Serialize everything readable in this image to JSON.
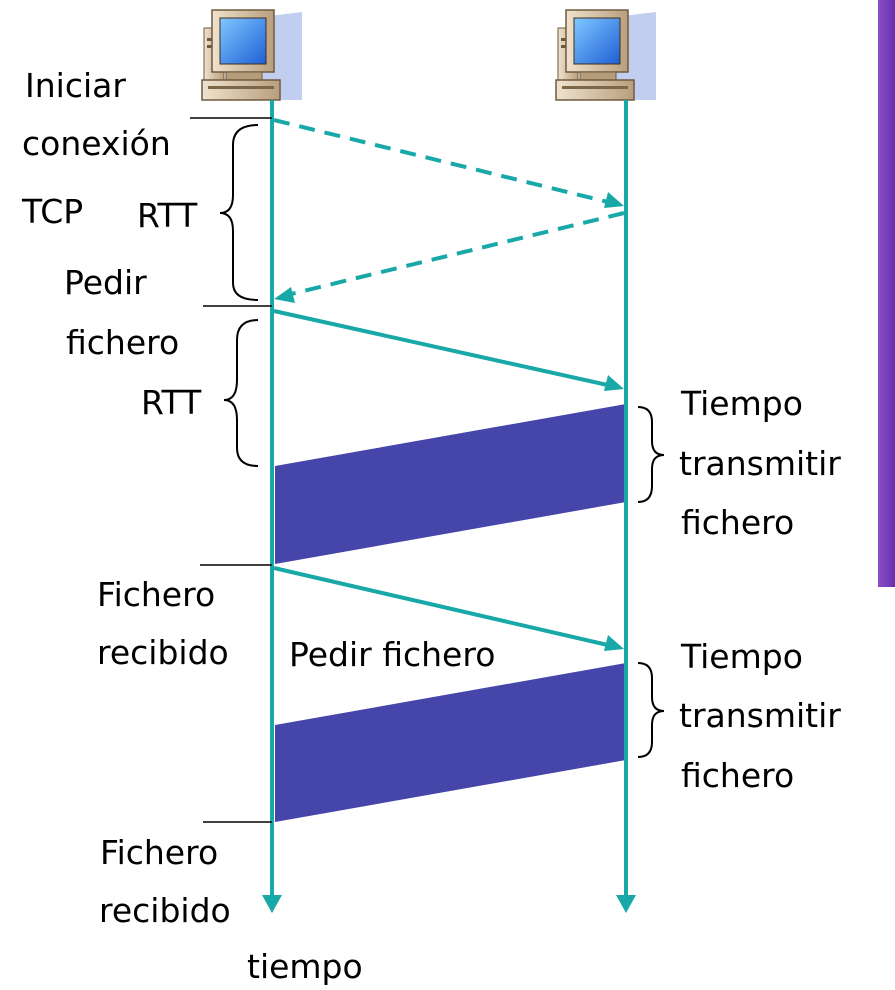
{
  "colors": {
    "timeline": "#18a8a8",
    "transfer_block": "#4646aa",
    "side_bar": "#7a3dbd",
    "text": "#000000"
  },
  "icons": {
    "client": "desktop-computer-icon",
    "server": "desktop-computer-icon"
  },
  "labels": {
    "iniciar": "Iniciar",
    "conexion": "conexión",
    "tcp": "TCP",
    "rtt1": "RTT",
    "pedir": "Pedir",
    "fichero_req": "fichero",
    "rtt2": "RTT",
    "tiempo1": "Tiempo",
    "transmitir1": "transmitir",
    "fichero_tx1": "fichero",
    "fichero_recv1": "Fichero",
    "recibido1": "recibido",
    "pedir_fichero": "Pedir fichero",
    "tiempo2": "Tiempo",
    "transmitir2": "transmitir",
    "fichero_tx2": "fichero",
    "fichero_recv2": "Fichero",
    "recibido2": "recibido",
    "tiempo_axis": "tiempo"
  }
}
